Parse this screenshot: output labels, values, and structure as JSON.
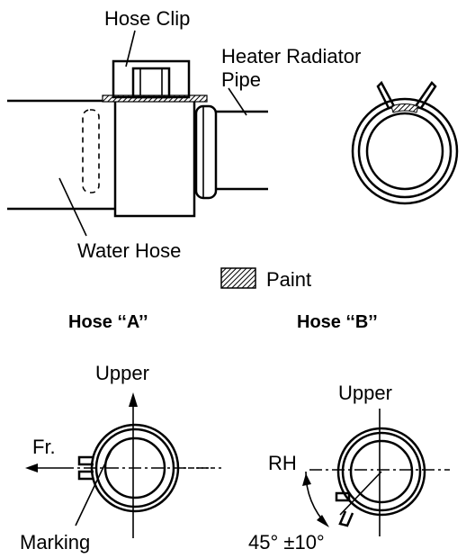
{
  "labels": {
    "hose_clip": "Hose Clip",
    "heater_radiator_pipe_line1": "Heater Radiator",
    "heater_radiator_pipe_line2": "Pipe",
    "water_hose": "Water Hose",
    "paint": "Paint",
    "hose_a_title": "Hose ‘‘A’’",
    "hose_b_title": "Hose ‘‘B’’",
    "upper_a": "Upper",
    "upper_b": "Upper",
    "front": "Fr.",
    "marking": "Marking",
    "rh": "RH",
    "angle": "45° ±10°"
  },
  "colors": {
    "ink": "#000000",
    "background": "#ffffff"
  }
}
